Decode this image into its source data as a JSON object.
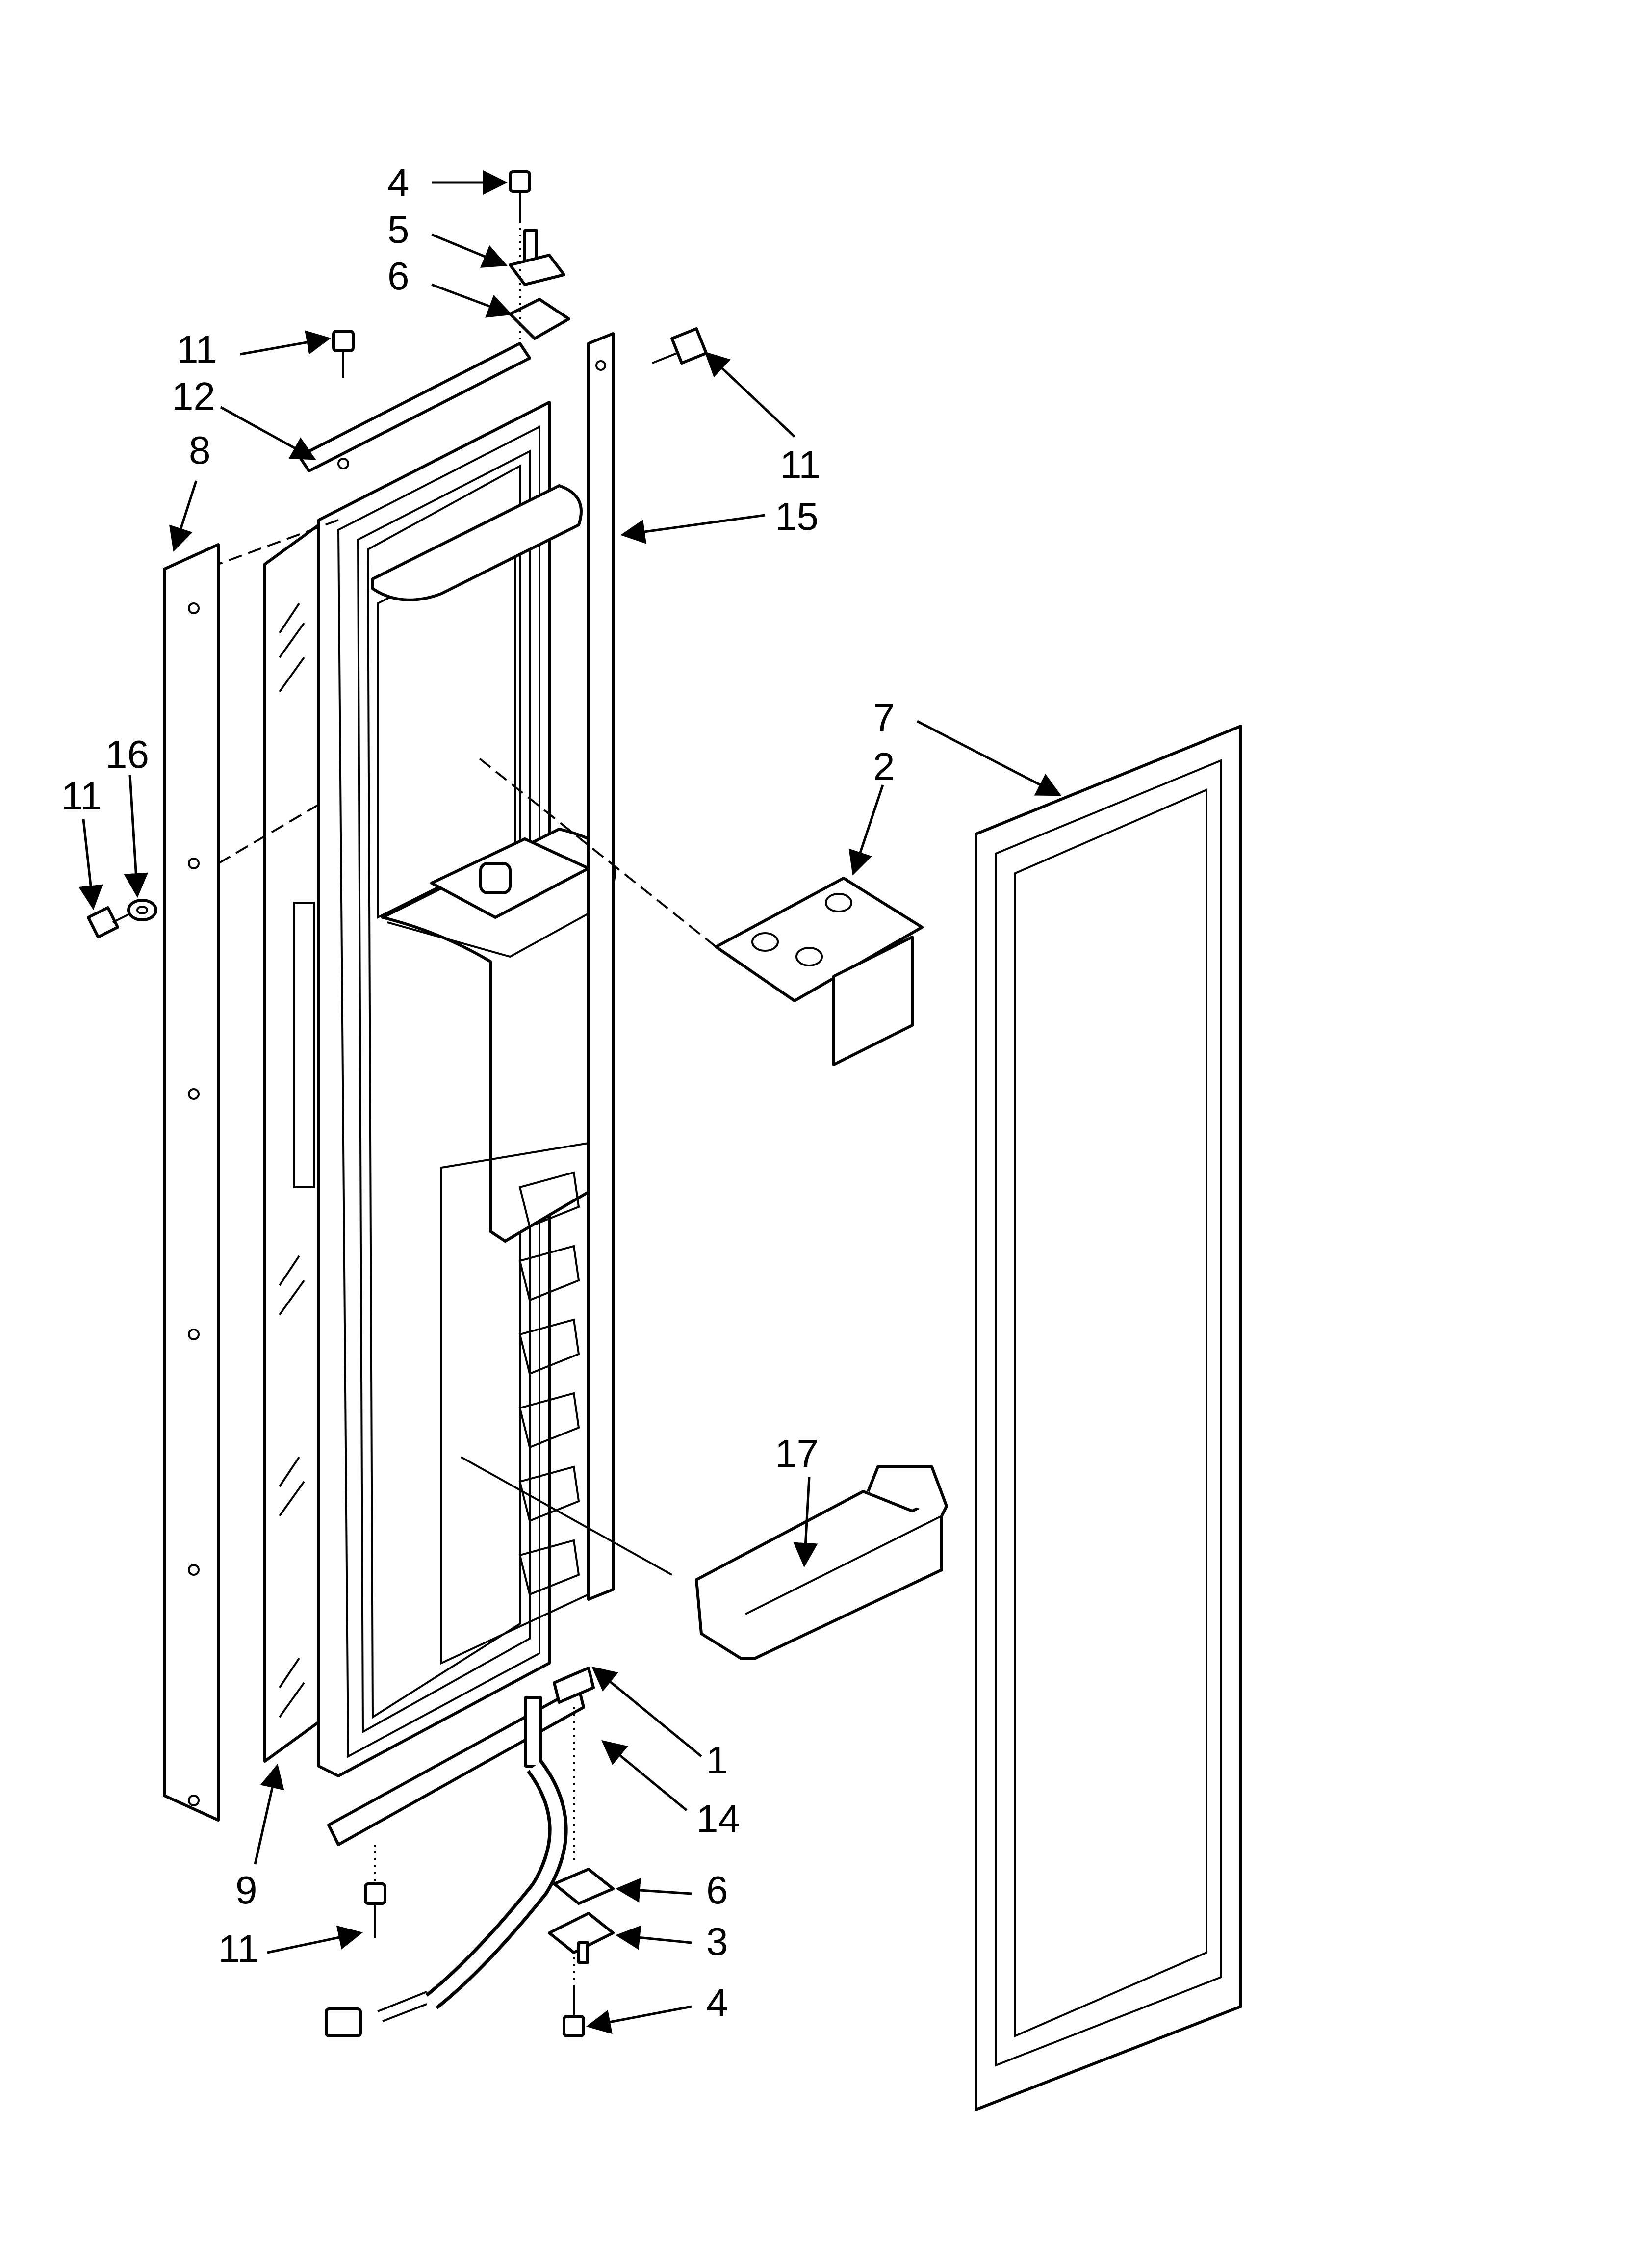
{
  "callouts": [
    {
      "id": "c4-top",
      "label": "4"
    },
    {
      "id": "c5",
      "label": "5"
    },
    {
      "id": "c6-top",
      "label": "6"
    },
    {
      "id": "c11-tl",
      "label": "11"
    },
    {
      "id": "c12",
      "label": "12"
    },
    {
      "id": "c8",
      "label": "8"
    },
    {
      "id": "c11-tr",
      "label": "11"
    },
    {
      "id": "c15",
      "label": "15"
    },
    {
      "id": "c7",
      "label": "7"
    },
    {
      "id": "c2",
      "label": "2"
    },
    {
      "id": "c16",
      "label": "16"
    },
    {
      "id": "c11-left",
      "label": "11"
    },
    {
      "id": "c17",
      "label": "17"
    },
    {
      "id": "c1",
      "label": "1"
    },
    {
      "id": "c14",
      "label": "14"
    },
    {
      "id": "c9",
      "label": "9"
    },
    {
      "id": "c6-bottom",
      "label": "6"
    },
    {
      "id": "c11-bottom",
      "label": "11"
    },
    {
      "id": "c3",
      "label": "3"
    },
    {
      "id": "c4-bottom",
      "label": "4"
    }
  ]
}
